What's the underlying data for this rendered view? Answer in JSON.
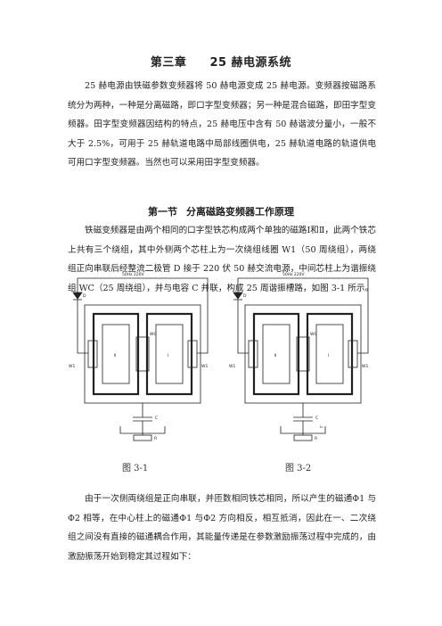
{
  "chapter": {
    "number": "第三章",
    "title": "25 赫电源系统"
  },
  "intro": "25 赫电源由铁磁参数变频器将 50 赫电源变成 25 赫电源。变频器按磁路系统分为两种，一种是分离磁路，即口字型变频器；另一种是混合磁路，即田字型变频器。田字型变频器因结构的特点，25 赫电压中含有 50 赫谐波分量小，一般不大于 2.5%，可用于 25 赫轨道电路中局部线圈供电，25 赫轨道电路的轨道供电可用口字型变频器。当然也可以采用田字型变频器。",
  "section": {
    "number": "第一节",
    "title": "分离磁路变频器工作原理"
  },
  "para2": "铁磁变频器是由两个相同的口字型铁芯构成两个单独的磁路Ⅰ和Ⅱ，此两个铁芯上共有三个绕组，其中外侧两个芯柱上为一次绕组线圈 W1（50 周绕组），两绕组正向串联后经整流二极管 D 接于 220 伏 50 赫交流电源，中间芯柱上为谐振绕组 WC（25 周绕组），并与电容 C 并联，构成 25 周谐振槽路，如图 3-1 所示。",
  "figures": [
    {
      "caption": "图 3-1",
      "supply": "50Hz 220V",
      "labels": {
        "d": "D",
        "w1": "W1",
        "core1": "Ⅱ",
        "core2": "Ⅰ",
        "wc": "WC",
        "c": "C",
        "r": "R"
      }
    },
    {
      "caption": "图 3-2",
      "supply": "50Hz 220V",
      "labels": {
        "d": "D",
        "w1": "W1",
        "core1": "Ⅱ",
        "core2": "Ⅰ",
        "wc": "WC",
        "c": "C",
        "r": "R",
        "extra": "i₂"
      }
    }
  ],
  "para3": "由于一次侧両绕组是正向串联，并匝数相同铁芯相同，所以产生的磁通Φ1 与Φ2 相等，在中心柱上的磁通Φ1 与Φ2 方向相反，相互抵消，因此在一、二次绕组之间没有直接的磁通耦合作用，其能量传递是在参数激励振荡过程中完成的，由激励振荡开始到稳定其过程如下："
}
